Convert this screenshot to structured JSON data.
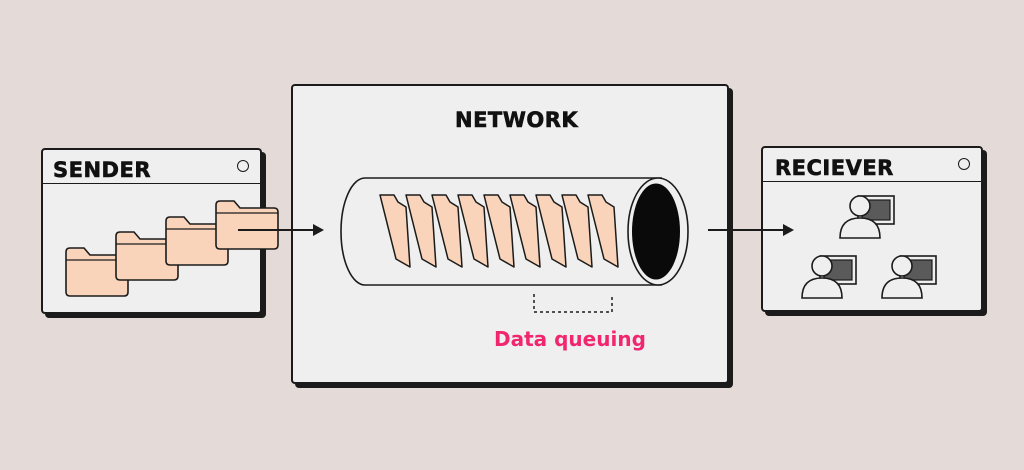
{
  "sender": {
    "title": "SENDER"
  },
  "network": {
    "title": "NETWORK"
  },
  "receiver": {
    "title": "RECIEVER"
  },
  "queue": {
    "label": "Data queuing"
  },
  "colors": {
    "background": "#e4dbd9",
    "panel": "#efefef",
    "outline": "#1b1b1b",
    "folder": "#f9d4ba",
    "accent": "#f0266f",
    "screen": "#5a5a5a"
  },
  "icons": [
    "folder-icon",
    "arrow-icon",
    "user-at-computer-icon",
    "window-circle-icon"
  ]
}
